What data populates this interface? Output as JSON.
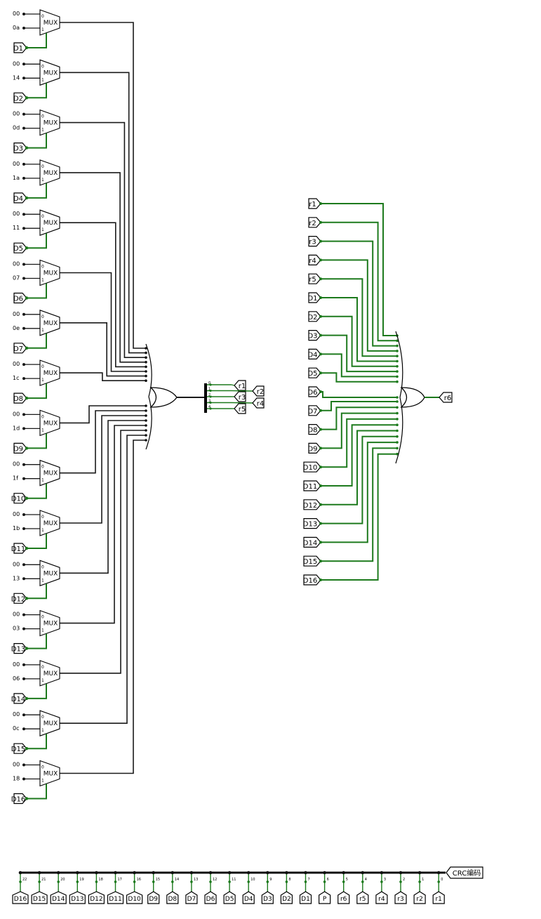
{
  "mux_section": {
    "mux_label": "MUX",
    "sel0_label": "0",
    "sel1_label": "1",
    "zero_const": "00",
    "muxes": [
      {
        "const": "0a",
        "sel": "D1"
      },
      {
        "const": "14",
        "sel": "D2"
      },
      {
        "const": "0d",
        "sel": "D3"
      },
      {
        "const": "1a",
        "sel": "D4"
      },
      {
        "const": "11",
        "sel": "D5"
      },
      {
        "const": "07",
        "sel": "D6"
      },
      {
        "const": "0e",
        "sel": "D7"
      },
      {
        "const": "1c",
        "sel": "D8"
      },
      {
        "const": "1d",
        "sel": "D9"
      },
      {
        "const": "1f",
        "sel": "D10"
      },
      {
        "const": "1b",
        "sel": "D11"
      },
      {
        "const": "13",
        "sel": "D12"
      },
      {
        "const": "03",
        "sel": "D13"
      },
      {
        "const": "06",
        "sel": "D14"
      },
      {
        "const": "0c",
        "sel": "D15"
      },
      {
        "const": "18",
        "sel": "D16"
      }
    ]
  },
  "splitter": {
    "bit_labels": [
      "0",
      "1",
      "2",
      "3",
      "4"
    ],
    "tunnels": [
      "r1",
      "r2",
      "r3",
      "r4",
      "r5"
    ]
  },
  "parity": {
    "inputs": [
      "r1",
      "r2",
      "r3",
      "r4",
      "r5",
      "D1",
      "D2",
      "D3",
      "D4",
      "D5",
      "D6",
      "D7",
      "D8",
      "D9",
      "D10",
      "D11",
      "D12",
      "D13",
      "D14",
      "D15",
      "D16"
    ],
    "output": "r6"
  },
  "bus": {
    "output": "CRC编码",
    "inputs": [
      "D16",
      "D15",
      "D14",
      "D13",
      "D12",
      "D11",
      "D10",
      "D9",
      "D8",
      "D7",
      "D6",
      "D5",
      "D4",
      "D3",
      "D2",
      "D1",
      "P",
      "r6",
      "r5",
      "r4",
      "r3",
      "r2",
      "r1"
    ],
    "bit_labels": [
      "22",
      "21",
      "20",
      "19",
      "18",
      "17",
      "16",
      "15",
      "14",
      "13",
      "12",
      "11",
      "10",
      "9",
      "8",
      "7",
      "6",
      "5",
      "4",
      "3",
      "2",
      "1",
      "0"
    ]
  },
  "colors": {
    "wire_dark": "#1a1a1a",
    "wire_green": "#1d7a1d",
    "dot": "#0b6b0b"
  }
}
